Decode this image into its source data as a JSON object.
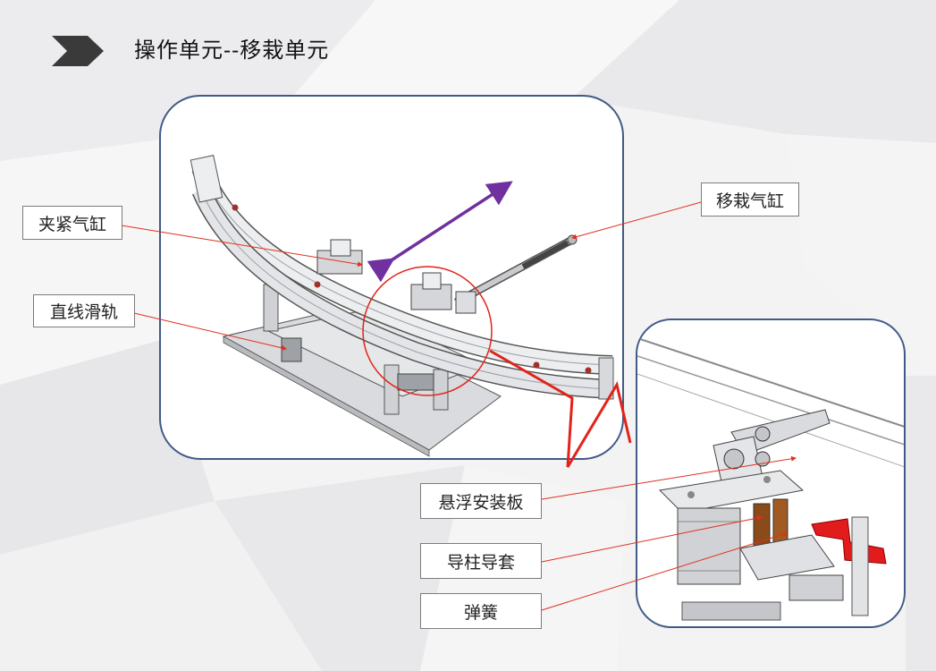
{
  "header": {
    "title": "操作单元--移栽单元",
    "arrow_icon": "chevron-right-icon"
  },
  "callouts": {
    "clamp_cylinder": "夹紧气缸",
    "linear_rail": "直线滑轨",
    "transfer_cylinder": "移栽气缸",
    "floating_plate": "悬浮安装板",
    "guide_bushing": "导柱导套",
    "spring": "弹簧"
  },
  "colors": {
    "panel_border": "#3f5a86",
    "leader_line": "#e0301e",
    "zoom_indicator": "#e2231a",
    "motion_arrow": "#7030a0",
    "title_arrow": "#3a3a3a"
  }
}
